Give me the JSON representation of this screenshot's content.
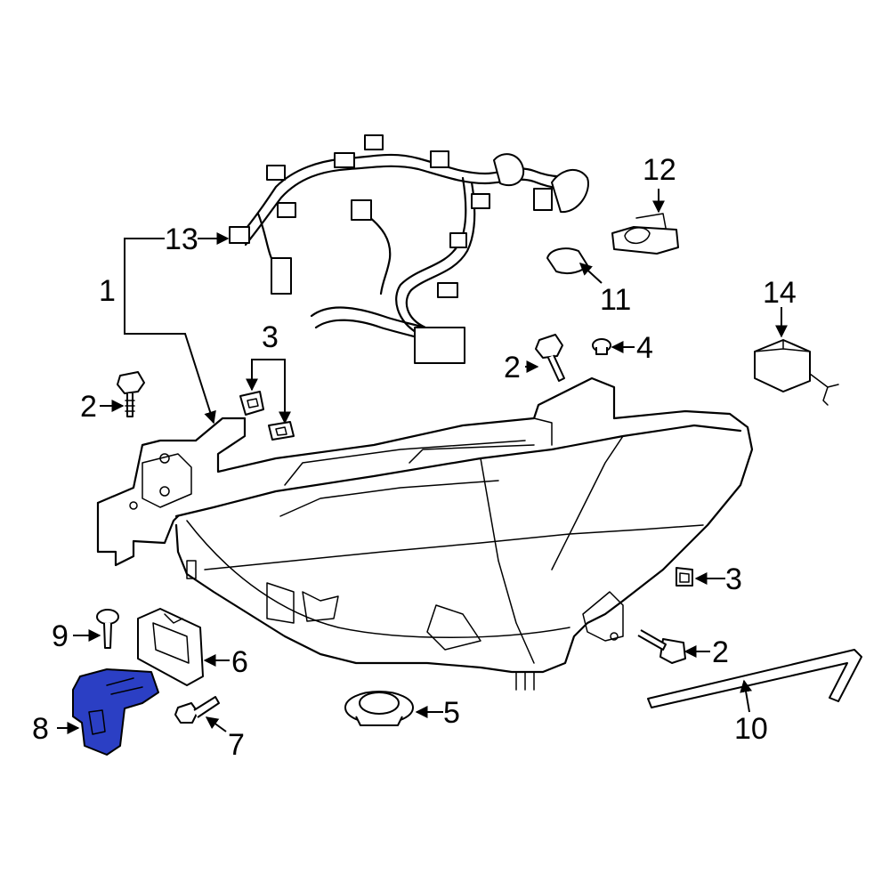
{
  "diagram": {
    "highlight_color": "#2b3fc4",
    "highlighted_part": "8",
    "callouts": {
      "c1": "1",
      "c2a": "2",
      "c2b": "2",
      "c2c": "2",
      "c3a": "3",
      "c3b": "3",
      "c4": "4",
      "c5": "5",
      "c6": "6",
      "c7": "7",
      "c8": "8",
      "c9": "9",
      "c10": "10",
      "c11": "11",
      "c12": "12",
      "c13": "13",
      "c14": "14"
    }
  }
}
